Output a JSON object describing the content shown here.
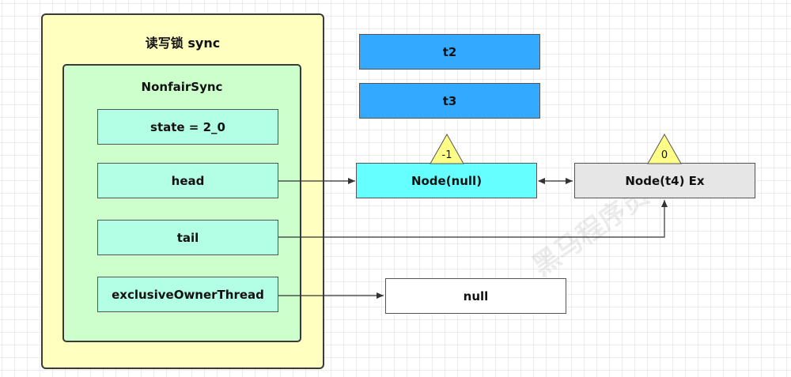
{
  "outer": {
    "title": "读写锁 sync"
  },
  "inner": {
    "title": "NonfairSync"
  },
  "fields": {
    "state": "state = 2_0",
    "head": "head",
    "tail": "tail",
    "owner": "exclusiveOwnerThread"
  },
  "threads": {
    "t2": "t2",
    "t3": "t3"
  },
  "nodes": {
    "null_node": {
      "label": "Node(null)",
      "wait_status": "-1"
    },
    "t4_node": {
      "label": "Node(t4) Ex",
      "wait_status": "0"
    }
  },
  "null_target": "null",
  "watermark": "黑马程序员",
  "colors": {
    "outer_fill": "#ffffc0",
    "inner_fill": "#ccffcc",
    "field_fill": "#b3ffe6",
    "thread_fill": "#33aaff",
    "node_null_fill": "#66ffff",
    "node_t4_fill": "#e6e6e6",
    "badge_fill": "#ffff88"
  }
}
